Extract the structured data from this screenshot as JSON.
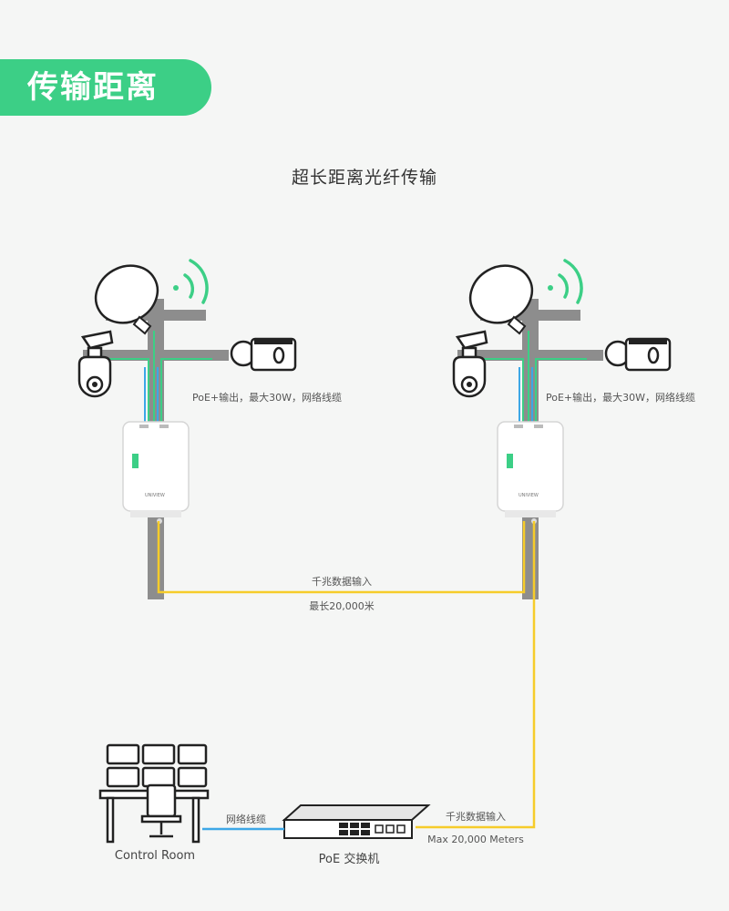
{
  "header": {
    "title": "传输距离"
  },
  "subtitle": "超长距离光纤传输",
  "pole_left": {
    "label": "PoE+输出，最大30W，网络线缆",
    "device_brand": "UNIVIEW"
  },
  "pole_right": {
    "label": "PoE+输出，最大30W，网络线缆",
    "device_brand": "UNIVIEW"
  },
  "link_poles": {
    "label_top": "千兆数据输入",
    "label_bottom": "最长20,000米"
  },
  "link_switch": {
    "label_top": "千兆数据输入",
    "label_bottom": "Max 20,000 Meters"
  },
  "control_room": {
    "label": "Control Room",
    "cable_label": "网络线缆"
  },
  "switch": {
    "label": "PoE 交换机"
  },
  "colors": {
    "accent": "#3ccf86",
    "fiber": "#f6cc2a",
    "ethernet": "#3da7e6",
    "pole": "#8d8d8d"
  }
}
